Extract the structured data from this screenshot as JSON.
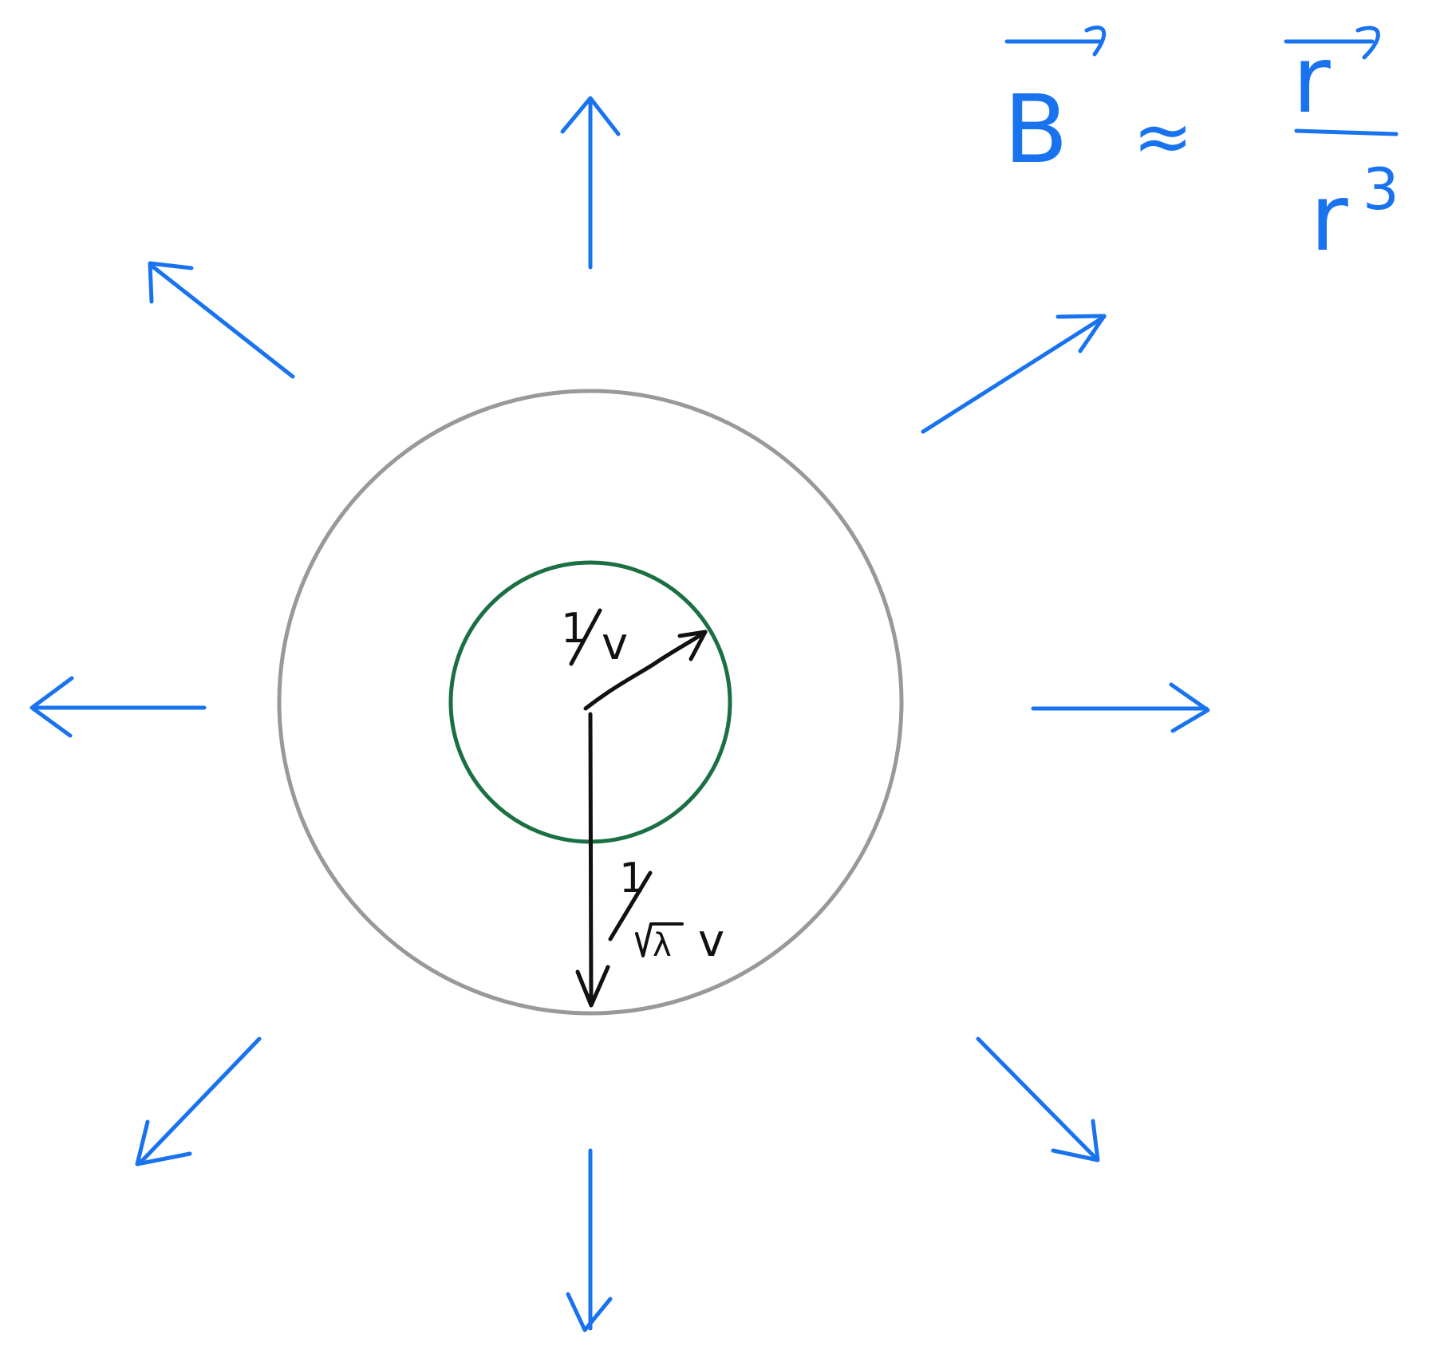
{
  "colors": {
    "field_arrow": "#1A73EE",
    "outer_circle": "#999999",
    "inner_circle": "#1B7043",
    "radius_arrow": "#111111",
    "formula": "#1A73EE"
  },
  "formula": {
    "lhs": "B",
    "approx": "≈",
    "numerator": "r",
    "denominator_base": "r",
    "denominator_exponent": "3"
  },
  "radius_labels": {
    "inner": {
      "numerator": "1",
      "denominator": "v"
    },
    "outer": {
      "numerator": "1",
      "denominator_root": "λ",
      "denominator_tail": "v"
    }
  }
}
